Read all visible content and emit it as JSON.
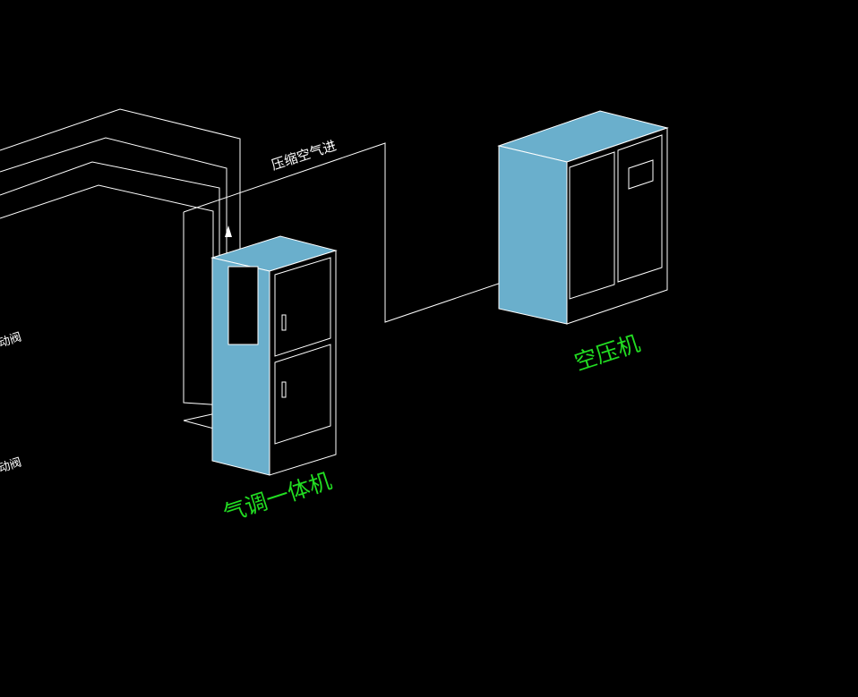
{
  "colors": {
    "background": "#000000",
    "line": "#ffffff",
    "cabinet_face": "#6aafcc",
    "label_green": "#22dd22"
  },
  "labels": {
    "compressed_air_in": "压缩空气进",
    "integrated_unit": "气调一体机",
    "air_compressor": "空压机",
    "valve_upper": "动阀",
    "valve_lower": "动阀"
  }
}
